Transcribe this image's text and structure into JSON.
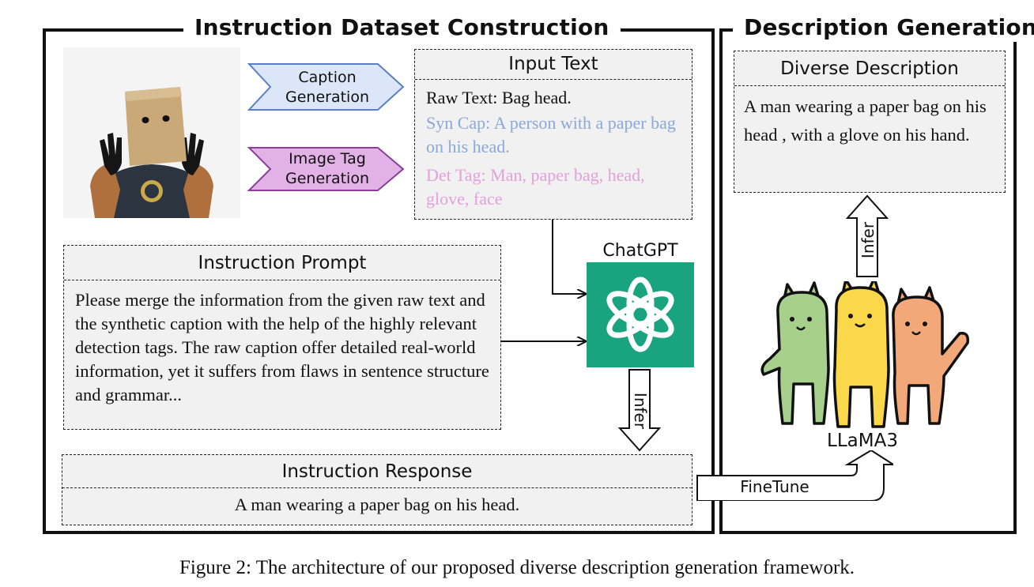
{
  "left_panel": {
    "title": "Instruction Dataset Construction",
    "caption_generation_label": "Caption\nGeneration",
    "image_tag_generation_label": "Image Tag\nGeneration",
    "input_text": {
      "header": "Input Text",
      "raw_text": "Raw Text: Bag head.",
      "syn_cap": "Syn Cap: A person with a paper bag on his head.",
      "det_tag": "Det Tag: Man, paper bag, head, glove, face"
    },
    "chatgpt_label": "ChatGPT",
    "infer_label": "Infer",
    "instruction_prompt": {
      "header": "Instruction Prompt",
      "body": "Please merge the information from the given raw text and the synthetic caption with the help of the highly relevant detection tags. The raw caption offer detailed real-world information, yet it suffers from flaws in sentence structure and grammar..."
    },
    "instruction_response": {
      "header": "Instruction Response",
      "body": "A man wearing a paper bag on his head."
    }
  },
  "right_panel": {
    "title": "Description Generation",
    "diverse_description": {
      "header": "Diverse Description",
      "body": "A man wearing a paper bag on his head , with a glove on his hand."
    },
    "infer_label": "Infer",
    "llama_label": "LLaMA3",
    "finetune_label": "FineTune"
  },
  "figure_caption": "Figure 2: The architecture of our proposed diverse description generation framework.",
  "colors": {
    "caption_chevron_fill": "#dbe7f8",
    "caption_chevron_stroke": "#5b7fc7",
    "tag_chevron_fill": "#e2b2e6",
    "tag_chevron_stroke": "#8a3f96",
    "syn_cap_text": "#8aa8dc",
    "det_tag_text": "#e4a0dc",
    "chatgpt_green": "#1aa37f",
    "llama_green": "#a8d08d",
    "llama_yellow": "#fbd84a",
    "llama_orange": "#f2a878"
  }
}
